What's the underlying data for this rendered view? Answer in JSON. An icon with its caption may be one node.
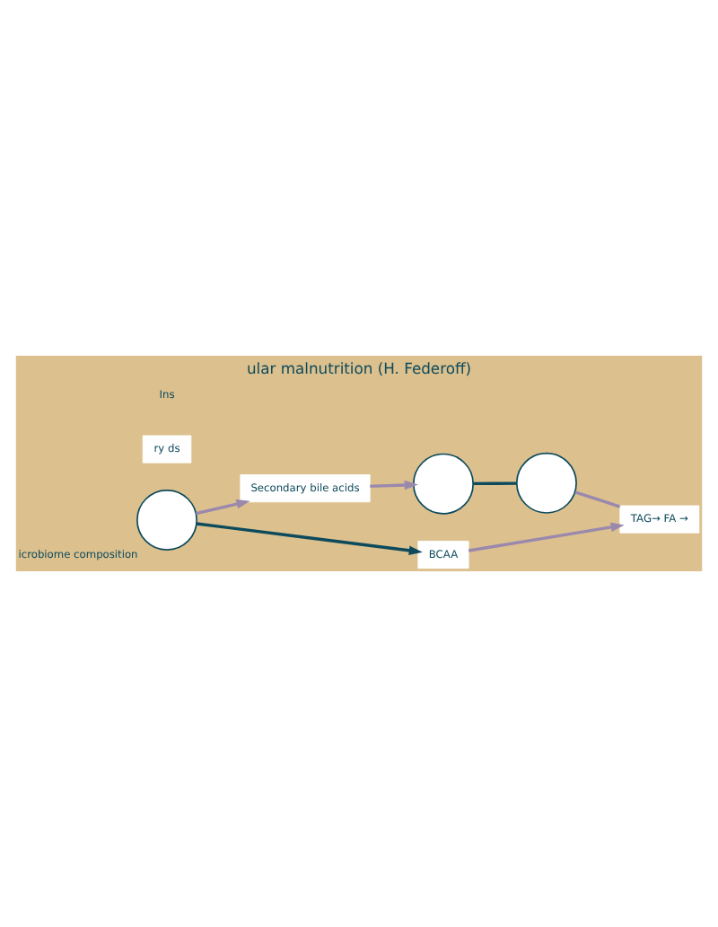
{
  "diagram": {
    "title": "ular malnutrition (H. Federoff)",
    "nodes": [
      {
        "text": [],
        "shape": "circle"
      },
      {
        "text": [],
        "shape": "circle"
      },
      {
        "text": [
          "ry ds"
        ]
      },
      {
        "text": [
          "Secondary bile acids"
        ]
      },
      {
        "text": [],
        "shape": "circle",
        "beside": [
          "icrobiome composition"
        ]
      },
      {
        "text": [
          "BCAA"
        ]
      },
      {
        "text": [
          "TAG→ FA →"
        ]
      }
    ],
    "edges": [
      {
        "from": 0,
        "to": 1,
        "arrow": "none",
        "color": "#0d4a5c"
      },
      {
        "from": 4,
        "to": 3,
        "arrow": "to"
      },
      {
        "from": 3,
        "to": 0,
        "arrow": "to"
      },
      {
        "from": 4,
        "to": 5,
        "arrow": "to",
        "color": "#0d4a5c"
      },
      {
        "from": 5,
        "to": 6,
        "arrow": "to"
      },
      {
        "from": 1,
        "to": 6,
        "arrow": "none"
      }
    ],
    "labels": [
      "Ins"
    ]
  }
}
